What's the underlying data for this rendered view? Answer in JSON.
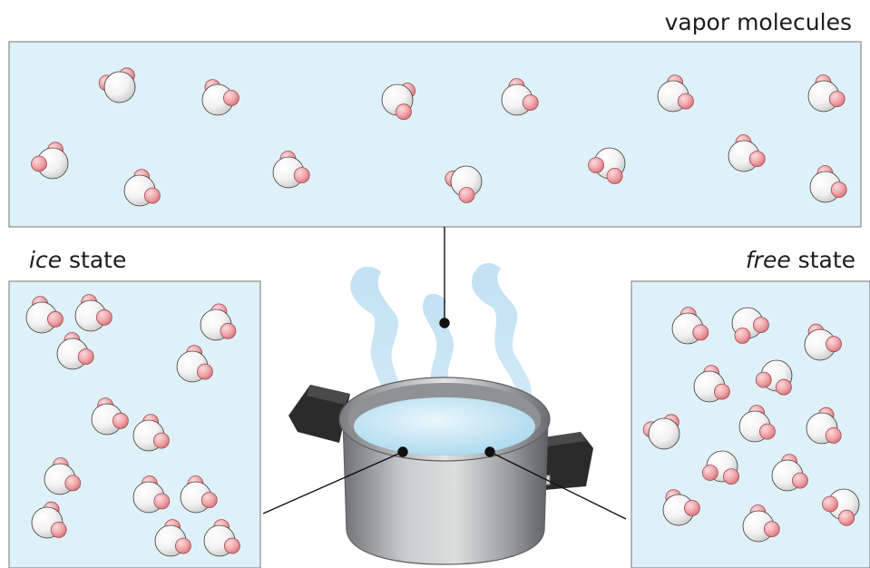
{
  "labels": {
    "vapor": "vapor molecules",
    "ice_em": "ice",
    "ice_rest": " state",
    "free_em": "free",
    "free_rest": " state"
  },
  "colors": {
    "panel_fill": "#dff1f8",
    "panel_stroke": "#8a8a8a",
    "oxygen": "#f2f2f2",
    "hydrogen": "#f0a5aa",
    "steam": "#c4e3f5",
    "water": "#cdeaf7",
    "pot": "#a7a9ab",
    "handle": "#2b2b2b",
    "leader": "#111111"
  }
}
